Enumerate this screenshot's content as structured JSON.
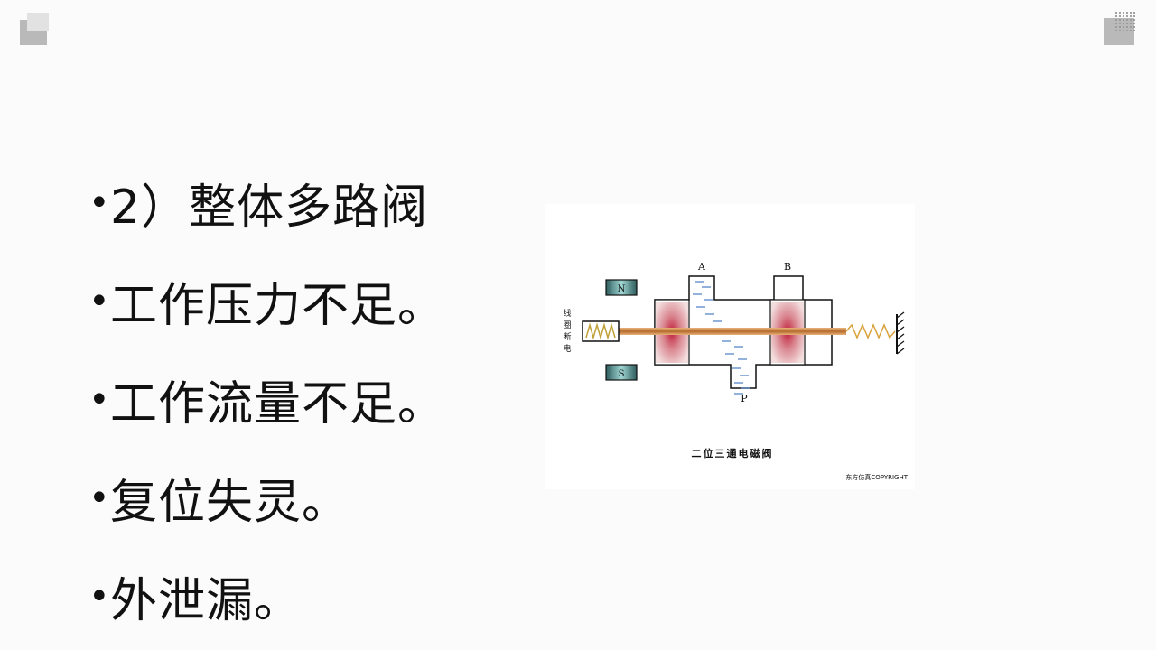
{
  "bullets": [
    "2）整体多路阀",
    "工作压力不足。",
    "工作流量不足。",
    "复位失灵。",
    "外泄漏。"
  ],
  "figure": {
    "port_a": "A",
    "port_b": "B",
    "port_p": "P",
    "magnet_n": "N",
    "magnet_s": "S",
    "coil_status": [
      "线",
      "圈",
      "断",
      "电"
    ],
    "caption": "二位三通电磁阀",
    "copyright": "东方仿真COPYRIGHT"
  }
}
